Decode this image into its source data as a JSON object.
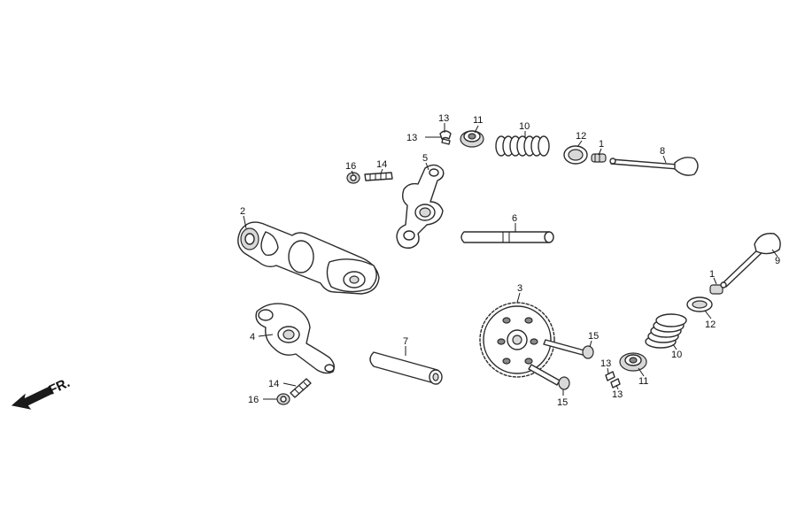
{
  "labels": {
    "n1": "1",
    "n2": "2",
    "n3": "3",
    "n4": "4",
    "n5": "5",
    "n6": "6",
    "n7": "7",
    "n8": "8",
    "n9": "9",
    "n10": "10",
    "n11": "11",
    "n12": "12",
    "n13": "13",
    "n14": "14",
    "n15": "15",
    "n16": "16"
  },
  "direction_label": "FR."
}
